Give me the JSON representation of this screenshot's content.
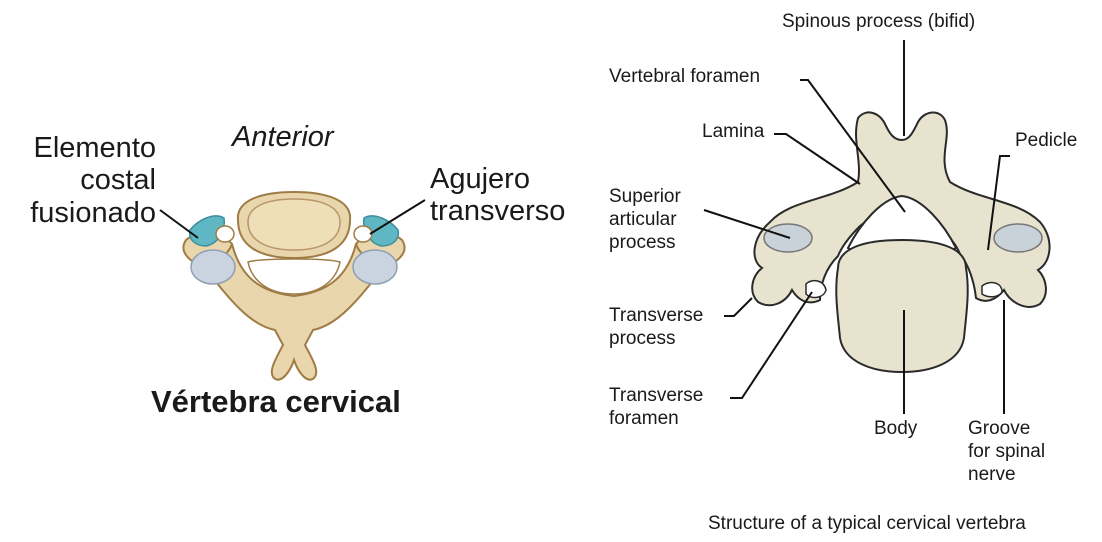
{
  "left_figure": {
    "anterior": "Anterior",
    "title": "Vértebra cervical",
    "labels": {
      "elemento_costal": "Elemento\ncostal\nfusionado",
      "agujero": "Agujero\ntransverso"
    }
  },
  "right_figure": {
    "caption": "Structure of a typical cervical vertebra",
    "labels": {
      "spinous": "Spinous process (bifid)",
      "vertebral_foramen": "Vertebral foramen",
      "lamina": "Lamina",
      "pedicle": "Pedicle",
      "superior_articular": "Superior\narticular\nprocess",
      "transverse_process": "Transverse\nprocess",
      "transverse_foramen": "Transverse\nforamen",
      "body": "Body",
      "groove": "Groove\nfor spinal\nnerve"
    }
  },
  "colors": {
    "left_bone": "#e9d6ad",
    "left_bone_outline": "#a07c45",
    "left_body": "#eedfb8",
    "costal_element": "#5fb7c4",
    "articular_facet": "#c9d4e0",
    "right_bone": "#e8e3cf",
    "right_outline": "#2a2a2a"
  }
}
